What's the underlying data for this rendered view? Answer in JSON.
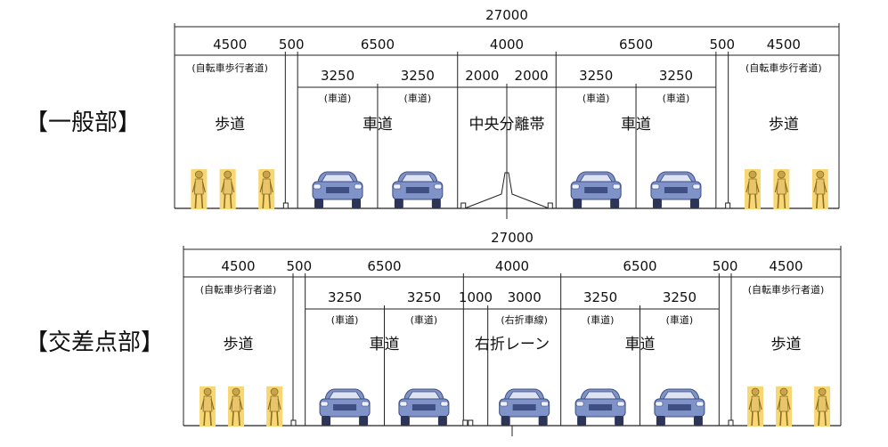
{
  "sections": [
    {
      "id": "general",
      "title": "【一般部】",
      "total_width": "27000",
      "segments": [
        {
          "width": "4500",
          "sub": "(自転車歩行者道)",
          "name": "歩道",
          "type": "sidewalk"
        },
        {
          "width": "500",
          "sub": "",
          "name": "",
          "type": "gap"
        },
        {
          "width": "6500",
          "sub": "",
          "name": "車道",
          "type": "carriageway",
          "lanes": [
            {
              "width": "3250",
              "label": "(車道)"
            },
            {
              "width": "3250",
              "label": "(車道)"
            }
          ]
        },
        {
          "width": "4000",
          "sub": "",
          "name": "中央分離帯",
          "type": "median",
          "lanes": [
            {
              "width": "2000",
              "label": ""
            },
            {
              "width": "2000",
              "label": ""
            }
          ]
        },
        {
          "width": "6500",
          "sub": "",
          "name": "車道",
          "type": "carriageway",
          "lanes": [
            {
              "width": "3250",
              "label": "(車道)"
            },
            {
              "width": "3250",
              "label": "(車道)"
            }
          ]
        },
        {
          "width": "500",
          "sub": "",
          "name": "",
          "type": "gap"
        },
        {
          "width": "4500",
          "sub": "(自転車歩行者道)",
          "name": "歩道",
          "type": "sidewalk"
        }
      ]
    },
    {
      "id": "intersection",
      "title": "【交差点部】",
      "total_width": "27000",
      "segments": [
        {
          "width": "4500",
          "sub": "(自転車歩行者道)",
          "name": "歩道",
          "type": "sidewalk"
        },
        {
          "width": "500",
          "sub": "",
          "name": "",
          "type": "gap"
        },
        {
          "width": "6500",
          "sub": "",
          "name": "車道",
          "type": "carriageway",
          "lanes": [
            {
              "width": "3250",
              "label": "(車道)"
            },
            {
              "width": "3250",
              "label": "(車道)"
            }
          ]
        },
        {
          "width": "4000",
          "sub": "",
          "name": "右折レーン",
          "type": "turn",
          "lanes": [
            {
              "width": "1000",
              "label": ""
            },
            {
              "width": "3000",
              "label": "(右折車線)"
            }
          ]
        },
        {
          "width": "6500",
          "sub": "",
          "name": "車道",
          "type": "carriageway",
          "lanes": [
            {
              "width": "3250",
              "label": "(車道)"
            },
            {
              "width": "3250",
              "label": "(車道)"
            }
          ]
        },
        {
          "width": "500",
          "sub": "",
          "name": "",
          "type": "gap"
        },
        {
          "width": "4500",
          "sub": "(自転車歩行者道)",
          "name": "歩道",
          "type": "sidewalk"
        }
      ]
    }
  ],
  "colors": {
    "line": "#222222",
    "car_body": "#7f93c9",
    "car_dark": "#3f4f84",
    "car_window": "#dde3f3",
    "pedestrian_highlight": "#f7d774",
    "pedestrian_body": "#c9a44b"
  },
  "icons": [
    "pedestrian-icon",
    "car-icon",
    "median-barrier-icon"
  ]
}
